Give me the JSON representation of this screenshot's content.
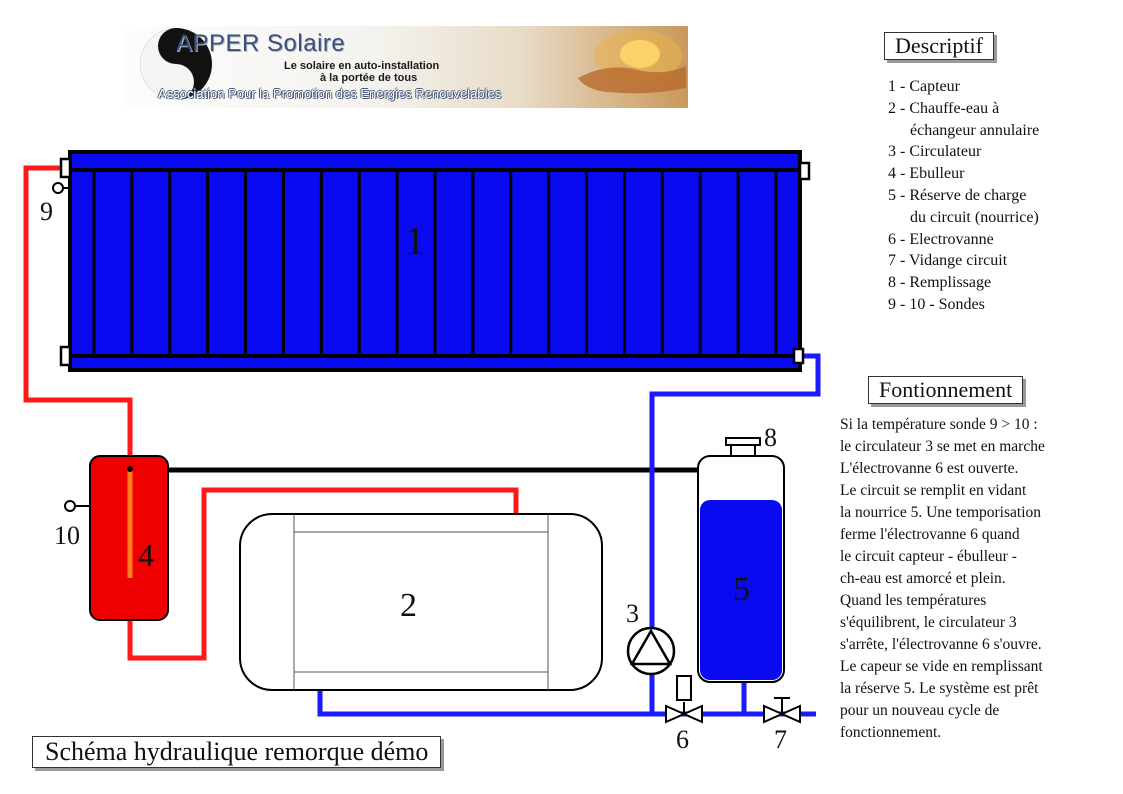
{
  "logo": {
    "title": "APPER Solaire",
    "subtitle_line1": "Le solaire en auto-installation",
    "subtitle_line2": "à la portée de tous",
    "association": "Association Pour la Promotion des Energies Renouvelables"
  },
  "descriptif": {
    "title": "Descriptif",
    "items": [
      "1 - Capteur",
      "2 - Chauffe-eau à",
      "      échangeur annulaire",
      "3 - Circulateur",
      "4 - Ebulleur",
      "5 - Réserve de charge",
      "      du circuit (nourrice)",
      "6 - Electrovanne",
      "7 - Vidange circuit",
      "8 - Remplissage",
      "9 - 10 - Sondes"
    ]
  },
  "fonctionnement": {
    "title": "Fontionnement",
    "lines": [
      "Si la température sonde 9 > 10 :",
      "le circulateur 3 se met en marche",
      "L'électrovanne 6 est ouverte.",
      "Le circuit se remplit en vidant",
      "la nourrice 5. Une temporisation",
      "ferme l'électrovanne 6 quand",
      "le circuit capteur - ébulleur -",
      "ch-eau est amorcé et plein.",
      "Quand les températures",
      "s'équilibrent, le circulateur 3",
      "s'arrête, l'électrovanne 6 s'ouvre.",
      "Le capeur se vide en remplissant",
      "la réserve 5. Le système est prêt",
      "pour un nouveau cycle de",
      "fonctionnement."
    ]
  },
  "schema_title": "Schéma hydraulique remorque démo",
  "labels": {
    "capteur": "1",
    "chauffe_eau": "2",
    "circulateur": "3",
    "ebulleur": "4",
    "reserve": "5",
    "electrovanne": "6",
    "vidange": "7",
    "remplissage": "8",
    "sonde_9": "9",
    "sonde_10": "10"
  },
  "colors": {
    "hot_pipe": "#ff1a1a",
    "cold_pipe": "#1a1aff",
    "collector_fill": "#0a0af0",
    "ebulleur_fill": "#ee0000",
    "reserve_water": "#0a0af0",
    "hot_probe": "#ff7a1a",
    "black_pipe": "#000000"
  }
}
